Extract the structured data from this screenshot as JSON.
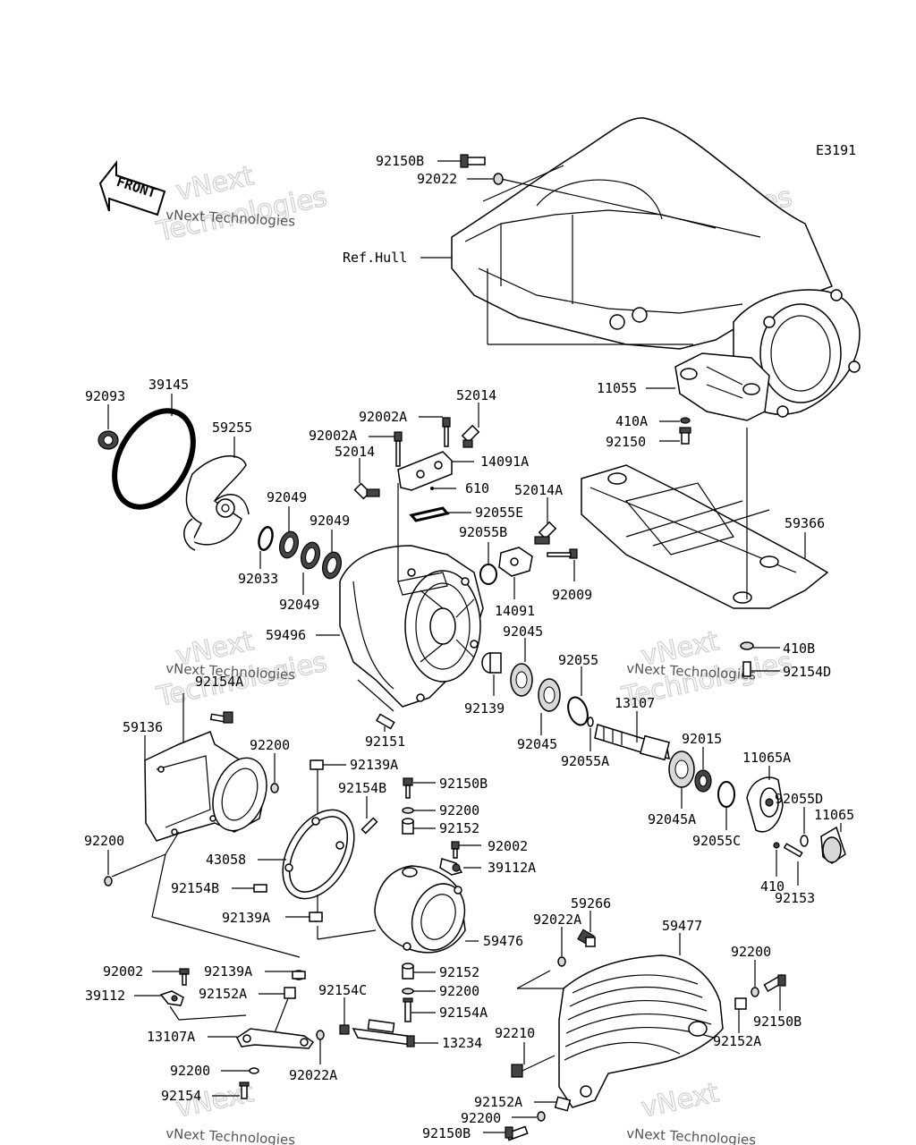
{
  "diagram": {
    "id_code": "E3191",
    "front_label": "FRONT",
    "watermark": {
      "line1": "vNext",
      "line2": "Technologies",
      "line3": "vNext Technologies"
    },
    "labels": {
      "ref_hull": "Ref.Hull",
      "p92150B_top": "92150B",
      "p92022_top": "92022",
      "p11055": "11055",
      "p410A": "410A",
      "p92150": "92150",
      "p59366": "59366",
      "p410B": "410B",
      "p92154D": "92154D",
      "p92093": "92093",
      "p39145": "39145",
      "p59255": "59255",
      "p92049_a": "92049",
      "p92049_b": "92049",
      "p92049_c": "92049",
      "p92033": "92033",
      "p92002A_a": "92002A",
      "p92002A_b": "92002A",
      "p52014_a": "52014",
      "p52014_b": "52014",
      "p14091A": "14091A",
      "p610": "610",
      "p92055E": "92055E",
      "p52014A": "52014A",
      "p92055B": "92055B",
      "p92009": "92009",
      "p14091": "14091",
      "p59496": "59496",
      "p92045_a": "92045",
      "p92045_b": "92045",
      "p92055": "92055",
      "p92139": "92139",
      "p92151": "92151",
      "p13107": "13107",
      "p92015": "92015",
      "p11065A": "11065A",
      "p92055A": "92055A",
      "p92045A": "92045A",
      "p92055C": "92055C",
      "p92055D": "92055D",
      "p11065": "11065",
      "p410": "410",
      "p92153": "92153",
      "p92154A_top": "92154A",
      "p59136": "59136",
      "p92200_a": "92200",
      "p92200_b": "92200",
      "p92139A_a": "92139A",
      "p92154B_a": "92154B",
      "p92150B_mid": "92150B",
      "p92200_c": "92200",
      "p92152_a": "92152",
      "p92002_a": "92002",
      "p39112A": "39112A",
      "p43058": "43058",
      "p92154B_b": "92154B",
      "p92139A_b": "92139A",
      "p59476": "59476",
      "p92002_b": "92002",
      "p92139A_c": "92139A",
      "p39112": "39112",
      "p92152A_a": "92152A",
      "p13107A": "13107A",
      "p92200_d": "92200",
      "p92154": "92154",
      "p92022A_a": "92022A",
      "p92154C": "92154C",
      "p92152_b": "92152",
      "p92200_e": "92200",
      "p92154A": "92154A",
      "p13234": "13234",
      "p59266": "59266",
      "p92022A_b": "92022A",
      "p59477": "59477",
      "p92200_f": "92200",
      "p92150B_r": "92150B",
      "p92152A_b": "92152A",
      "p92210": "92210",
      "p92152A_c": "92152A",
      "p92200_g": "92200",
      "p92150B_bot": "92150B"
    }
  }
}
